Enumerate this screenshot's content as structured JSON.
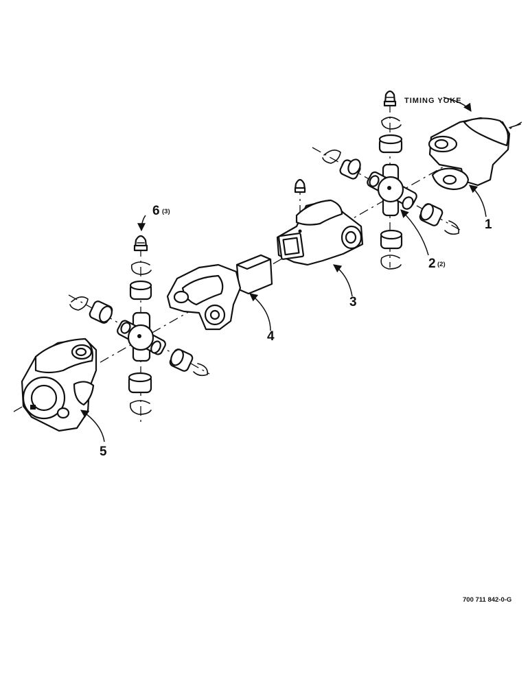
{
  "diagram": {
    "timing_yoke_label": "TIMING YOKE",
    "callouts": [
      {
        "id": "1",
        "qty": ""
      },
      {
        "id": "2",
        "qty": "(2)"
      },
      {
        "id": "3",
        "qty": ""
      },
      {
        "id": "4",
        "qty": ""
      },
      {
        "id": "5",
        "qty": ""
      },
      {
        "id": "6",
        "qty": "(3)"
      }
    ],
    "drawing_number": "700 711 842-0-G"
  }
}
